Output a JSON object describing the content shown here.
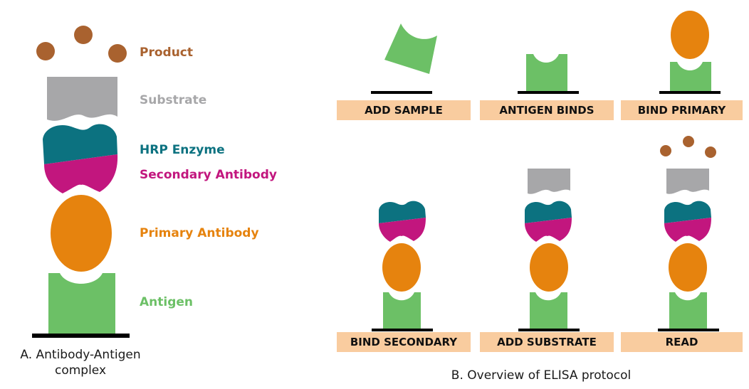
{
  "colors": {
    "product": "#a9622f",
    "substrate": "#a7a7a9",
    "hrp": "#0c7280",
    "secondary": "#c2167e",
    "primary": "#e6830e",
    "antigen": "#6cc066",
    "plate": "#000000",
    "step_label_bg": "#f9cc9f"
  },
  "panel_a": {
    "legend": {
      "product": "Product",
      "substrate": "Substrate",
      "hrp": "HRP Enzyme",
      "secondary": "Secondary Antibody",
      "primary": "Primary Antibody",
      "antigen": "Antigen"
    },
    "caption_line1": "A. Antibody-Antigen",
    "caption_line2": "complex"
  },
  "panel_b": {
    "steps": [
      "ADD SAMPLE",
      "ANTIGEN BINDS",
      "BIND PRIMARY",
      "BIND SECONDARY",
      "ADD SUBSTRATE",
      "READ"
    ],
    "caption": "B. Overview of ELISA protocol"
  }
}
